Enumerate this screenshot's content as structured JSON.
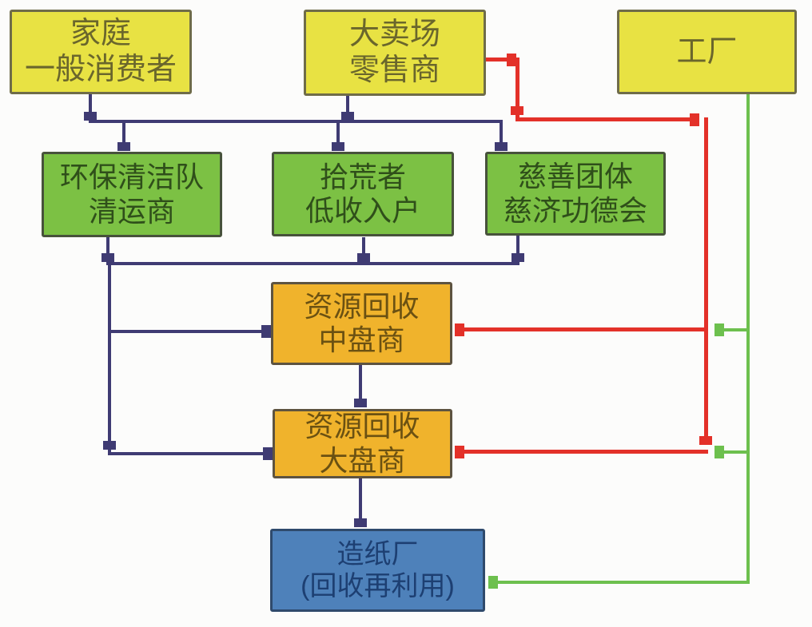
{
  "diagram": {
    "background": "#fcfcfb",
    "flow_colors": {
      "collection_flow_navy": "#3f3b73",
      "retailer_flow_red": "#e33129",
      "factory_flow_green": "#6dc04e"
    },
    "nodes": {
      "household": {
        "line1": "家庭",
        "line2": "一般消费者",
        "fill": "#e8e243"
      },
      "retailer": {
        "line1": "大卖场",
        "line2": "零售商",
        "fill": "#e8e243"
      },
      "factory": {
        "line1": "工厂",
        "line2": "",
        "fill": "#e8e243"
      },
      "cleaning_crew": {
        "line1": "环保清洁队",
        "line2": "清运商",
        "fill": "#7cc144"
      },
      "scavengers": {
        "line1": "拾荒者",
        "line2": "低收入户",
        "fill": "#7cc144"
      },
      "charity": {
        "line1": "慈善团体",
        "line2": "慈济功德会",
        "fill": "#7cc144"
      },
      "mid_dealer": {
        "line1": "资源回收",
        "line2": "中盘商",
        "fill": "#f0b32c"
      },
      "big_dealer": {
        "line1": "资源回收",
        "line2": "大盘商",
        "fill": "#f0b32c"
      },
      "paper_mill": {
        "line1": "造纸厂",
        "line2": "(回收再利用)",
        "fill": "#4e81ba"
      }
    },
    "edges": [
      {
        "from": "household",
        "to": "cleaning_crew",
        "color": "#3f3b73"
      },
      {
        "from": "household",
        "to": "scavengers",
        "color": "#3f3b73"
      },
      {
        "from": "household",
        "to": "charity",
        "color": "#3f3b73"
      },
      {
        "from": "retailer",
        "to": "cleaning_crew",
        "color": "#3f3b73"
      },
      {
        "from": "retailer",
        "to": "scavengers",
        "color": "#3f3b73"
      },
      {
        "from": "retailer",
        "to": "charity",
        "color": "#3f3b73"
      },
      {
        "from": "cleaning_crew",
        "to": "mid_dealer",
        "color": "#3f3b73"
      },
      {
        "from": "cleaning_crew",
        "to": "big_dealer",
        "color": "#3f3b73"
      },
      {
        "from": "scavengers",
        "to": "mid_dealer",
        "color": "#3f3b73"
      },
      {
        "from": "scavengers",
        "to": "big_dealer",
        "color": "#3f3b73"
      },
      {
        "from": "charity",
        "to": "mid_dealer",
        "color": "#3f3b73"
      },
      {
        "from": "charity",
        "to": "big_dealer",
        "color": "#3f3b73"
      },
      {
        "from": "retailer",
        "to": "mid_dealer",
        "color": "#e33129"
      },
      {
        "from": "retailer",
        "to": "big_dealer",
        "color": "#e33129"
      },
      {
        "from": "factory",
        "to": "mid_dealer",
        "color": "#6dc04e"
      },
      {
        "from": "factory",
        "to": "big_dealer",
        "color": "#6dc04e"
      },
      {
        "from": "factory",
        "to": "paper_mill",
        "color": "#6dc04e"
      },
      {
        "from": "mid_dealer",
        "to": "big_dealer",
        "color": "#3f3b73"
      },
      {
        "from": "big_dealer",
        "to": "paper_mill",
        "color": "#3f3b73"
      }
    ]
  }
}
